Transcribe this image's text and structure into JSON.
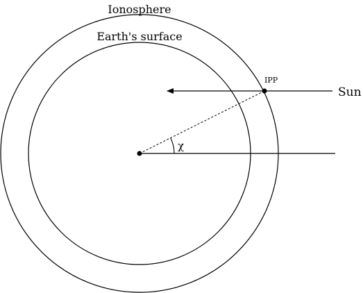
{
  "labels": {
    "ionosphere": "Ionosphere",
    "earth_surface": "Earth's surface",
    "ipp": "IPP",
    "sun": "Sun",
    "angle": "χ"
  },
  "colors": {
    "stroke": "#000000",
    "background": "#ffffff"
  }
}
